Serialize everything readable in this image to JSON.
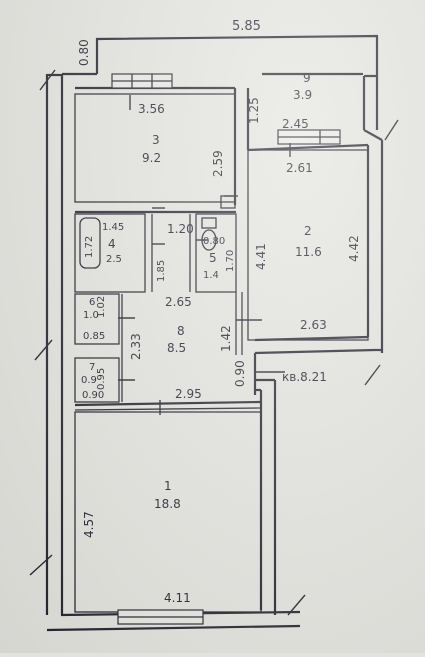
{
  "outer": {
    "top_length": "5.85",
    "left_offset": "0.80",
    "corridor_width": "1.25",
    "right_mid": "0.90",
    "entrance": "кв.8.21"
  },
  "rooms": {
    "r1": {
      "number": "1",
      "area": "18.8",
      "width": "4.11",
      "height": "4.57"
    },
    "r2": {
      "number": "2",
      "area": "11.6",
      "top": "2.61",
      "bottom": "2.63",
      "left": "4.41",
      "right": "4.42"
    },
    "r3": {
      "number": "3",
      "area": "9.2",
      "top": "3.56",
      "right": "2.59"
    },
    "r4": {
      "number": "4",
      "area": "2.5",
      "top": "1.45",
      "left": "1.72",
      "right": "1.85"
    },
    "r5": {
      "number": "5",
      "area": "1.4",
      "top": "0.80",
      "right": "1.70"
    },
    "r6": {
      "number": "6",
      "area": "1.0",
      "bottom": "0.85",
      "right": "1.02"
    },
    "r7": {
      "number": "7",
      "area": "0.9",
      "bottom": "0.90",
      "right": "0.95"
    },
    "r8": {
      "number": "8",
      "area": "8.5",
      "top": "2.65",
      "left": "2.33",
      "right": "1.42",
      "bottom": "2.95"
    },
    "r9": {
      "number": "9",
      "area": "3.9",
      "width": "2.45"
    }
  },
  "corridor_top": "1.20"
}
